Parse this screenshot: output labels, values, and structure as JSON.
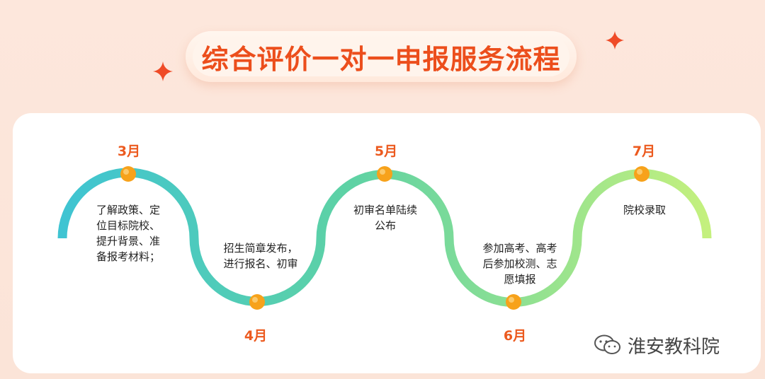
{
  "title": "综合评价一对一申报服务流程",
  "steps": [
    {
      "month": "3月",
      "desc_lines": [
        "了解政策、定",
        "位目标院校、",
        "提升背景、准",
        "备报考材料；"
      ]
    },
    {
      "month": "4月",
      "desc_lines": [
        "招生简章发布，",
        "进行报名、初审"
      ]
    },
    {
      "month": "5月",
      "desc_lines": [
        "初审名单陆续",
        "公布"
      ]
    },
    {
      "month": "6月",
      "desc_lines": [
        "参加高考、高考",
        "后参加校测、志",
        "愿填报"
      ]
    },
    {
      "month": "7月",
      "desc_lines": [
        "院校录取"
      ]
    }
  ],
  "watermark": "淮安教科院",
  "colors": {
    "title": "#ec4e1c",
    "month": "#ec5a1f",
    "node": "#f7a21b",
    "gradient_start": "#3fc4d2",
    "gradient_end": "#c4f07e"
  }
}
